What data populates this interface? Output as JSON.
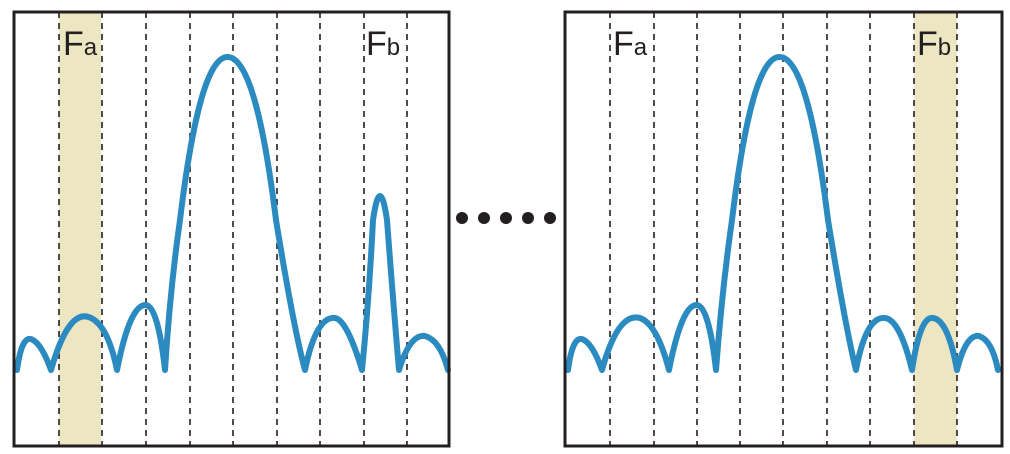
{
  "panels": [
    {
      "id": "left",
      "labels": [
        {
          "main": "F",
          "sub": "a"
        },
        {
          "main": "F",
          "sub": "b"
        }
      ],
      "highlight": "a"
    },
    {
      "id": "right",
      "labels": [
        {
          "main": "F",
          "sub": "a"
        },
        {
          "main": "F",
          "sub": "b"
        }
      ],
      "highlight": "b"
    }
  ],
  "ellipsis_dots": 5,
  "colors": {
    "curve": "#2b8bc0",
    "band": "#ede6c3",
    "ink": "#231f20"
  }
}
